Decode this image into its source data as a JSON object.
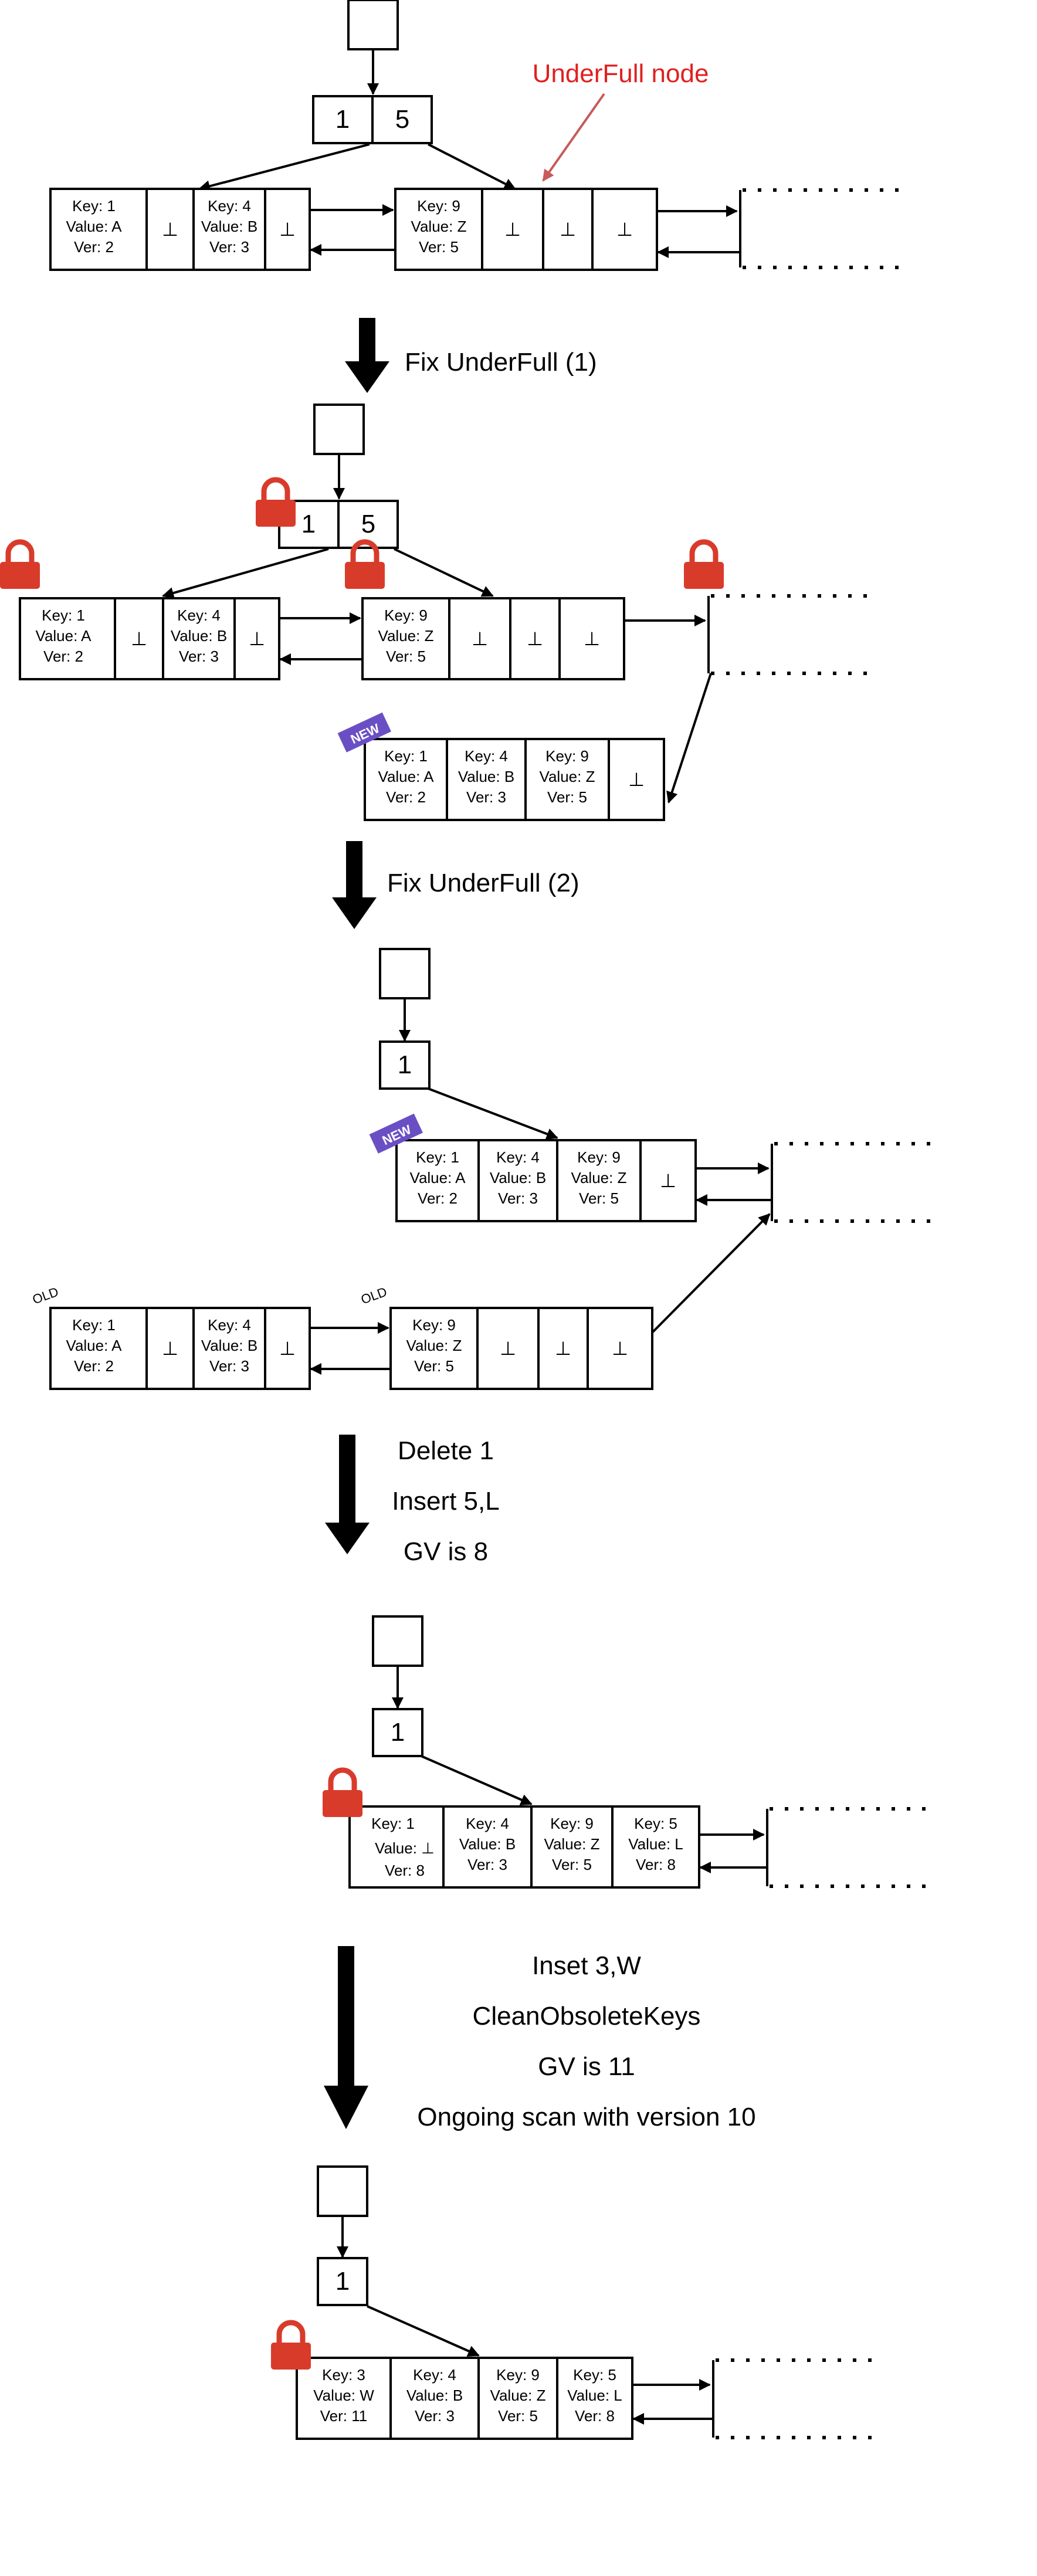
{
  "labels": {
    "underfull_node": "UnderFull node",
    "step1": "Fix UnderFull (1)",
    "step2": "Fix UnderFull (2)",
    "step3_line1": "Delete 1",
    "step3_line2": "Insert 5,L",
    "step3_line3": "GV is 8",
    "step4_line1": "Inset 3,W",
    "step4_line2": "CleanObsoleteKeys",
    "step4_line3": "GV is 11",
    "step4_line4": "Ongoing scan with version 10",
    "new_badge": "NEW",
    "old_tag": "OLD",
    "bottom_symbol": "⊥"
  },
  "colors": {
    "annotation": "#e02020",
    "annotation_arrow": "#c85a5a",
    "lock": "#d93b2b",
    "new_badge": "#6a4fc4"
  },
  "stage1": {
    "root_keys": [
      "1",
      "5"
    ],
    "leaf_a": [
      {
        "key": "Key: 1",
        "value": "Value: A",
        "ver": "Ver: 2"
      },
      {
        "key": "Key: 4",
        "value": "Value: B",
        "ver": "Ver: 3"
      }
    ],
    "leaf_b": [
      {
        "key": "Key: 9",
        "value": "Value: Z",
        "ver": "Ver: 5"
      }
    ]
  },
  "stage2": {
    "root_keys": [
      "1",
      "5"
    ],
    "leaf_a": [
      {
        "key": "Key: 1",
        "value": "Value: A",
        "ver": "Ver: 2"
      },
      {
        "key": "Key: 4",
        "value": "Value: B",
        "ver": "Ver: 3"
      }
    ],
    "leaf_b": [
      {
        "key": "Key: 9",
        "value": "Value: Z",
        "ver": "Ver: 5"
      }
    ],
    "new_leaf": [
      {
        "key": "Key: 1",
        "value": "Value: A",
        "ver": "Ver: 2"
      },
      {
        "key": "Key: 4",
        "value": "Value: B",
        "ver": "Ver: 3"
      },
      {
        "key": "Key: 9",
        "value": "Value: Z",
        "ver": "Ver: 5"
      }
    ]
  },
  "stage3": {
    "root_keys": [
      "1"
    ],
    "new_leaf": [
      {
        "key": "Key: 1",
        "value": "Value: A",
        "ver": "Ver: 2"
      },
      {
        "key": "Key: 4",
        "value": "Value: B",
        "ver": "Ver: 3"
      },
      {
        "key": "Key: 9",
        "value": "Value: Z",
        "ver": "Ver: 5"
      }
    ],
    "old_leaf_a": [
      {
        "key": "Key: 1",
        "value": "Value: A",
        "ver": "Ver: 2"
      },
      {
        "key": "Key: 4",
        "value": "Value: B",
        "ver": "Ver: 3"
      }
    ],
    "old_leaf_b": [
      {
        "key": "Key: 9",
        "value": "Value: Z",
        "ver": "Ver: 5"
      }
    ]
  },
  "stage4": {
    "root_keys": [
      "1"
    ],
    "leaf": [
      {
        "key": "Key: 1",
        "value": "Value: ⊥",
        "ver": "Ver: 8"
      },
      {
        "key": "Key: 4",
        "value": "Value: B",
        "ver": "Ver: 3"
      },
      {
        "key": "Key: 9",
        "value": "Value: Z",
        "ver": "Ver: 5"
      },
      {
        "key": "Key: 5",
        "value": "Value: L",
        "ver": "Ver: 8"
      }
    ]
  },
  "stage5": {
    "root_keys": [
      "1"
    ],
    "leaf": [
      {
        "key": "Key: 3",
        "value": "Value:  W",
        "ver": "Ver: 11"
      },
      {
        "key": "Key: 4",
        "value": "Value: B",
        "ver": "Ver: 3"
      },
      {
        "key": "Key: 9",
        "value": "Value: Z",
        "ver": "Ver: 5"
      },
      {
        "key": "Key: 5",
        "value": "Value: L",
        "ver": "Ver: 8"
      }
    ]
  }
}
